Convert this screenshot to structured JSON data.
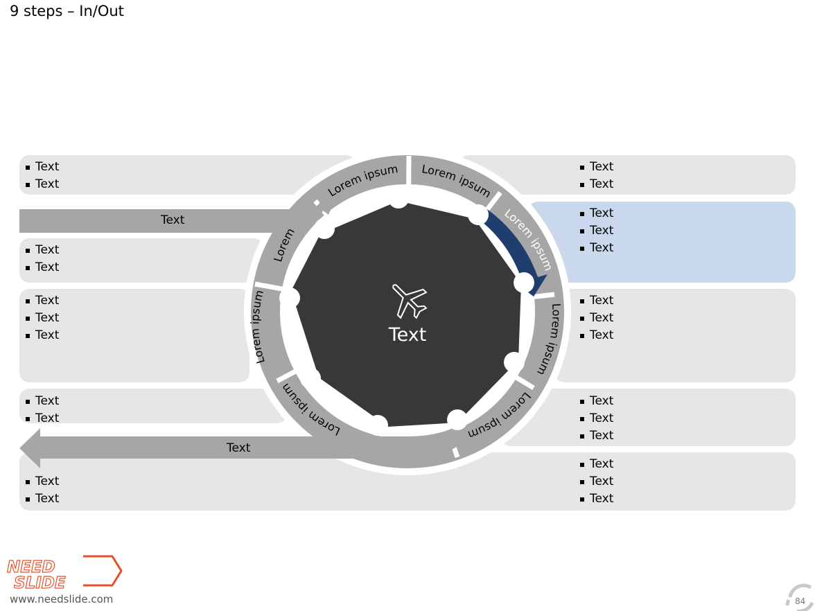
{
  "slide": {
    "title": "9 steps – In/Out",
    "page_number": "84"
  },
  "left_panels": [
    {
      "items": [
        "Text",
        "Text"
      ]
    },
    {
      "items": [
        "Text",
        "Text"
      ]
    },
    {
      "items": [
        "Text",
        "Text",
        "Text"
      ]
    },
    {
      "items": [
        "Text",
        "Text"
      ]
    },
    {
      "items": [
        "Text",
        "Text"
      ]
    }
  ],
  "right_panels": [
    {
      "items": [
        "Text",
        "Text"
      ]
    },
    {
      "items": [
        "Text",
        "Text",
        "Text"
      ],
      "highlight": true
    },
    {
      "items": [
        "Text",
        "Text",
        "Text"
      ]
    },
    {
      "items": [
        "Text",
        "Text",
        "Text"
      ]
    },
    {
      "items": [
        "Text",
        "Text",
        "Text"
      ]
    }
  ],
  "in_arrow_label": "Text",
  "out_arrow_label": "Text",
  "center": {
    "label": "Text",
    "icon": "airplane-icon"
  },
  "steps": [
    "Lorem ipsum",
    "Lorem ipsum",
    "Lorem ipsum",
    "Lorem ipsum",
    "Lorem ipsum",
    "Lorem ipsum",
    "Lorem ipsum",
    "Lorem"
  ],
  "footer": {
    "logo_top": "NEED",
    "logo_bottom": "SLIDE",
    "url": "www.needslide.com"
  },
  "colors": {
    "panel": "#e6e6e6",
    "highlight_panel": "#c9d8ec",
    "arrow_gray": "#a6a6a6",
    "arrow_blue": "#1f3e6e",
    "center": "#383838",
    "logo": "#e8502a"
  }
}
